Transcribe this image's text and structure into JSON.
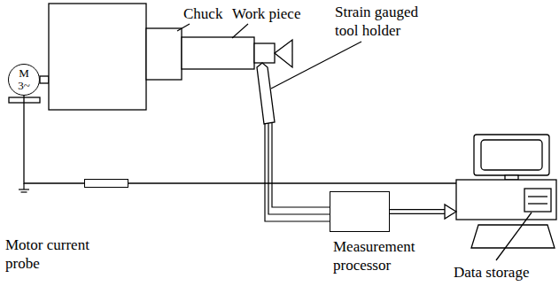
{
  "diagram": {
    "nodes": [
      {
        "text": [
          "M 3~"
        ]
      },
      {
        "text": [
          "Motor current probe"
        ]
      },
      {
        "text": [
          "Measurement processor"
        ]
      },
      {
        "text": [
          "Data storage"
        ]
      }
    ],
    "edges": [
      {
        "from": 0,
        "to": 1,
        "arrow": "none"
      },
      {
        "from": 1,
        "to": 3,
        "arrow": "none"
      },
      {
        "from": 2,
        "to": 3,
        "arrow": "to"
      }
    ],
    "labels": [
      "Chuck",
      "Work piece",
      "Strain gauged tool holder"
    ]
  }
}
